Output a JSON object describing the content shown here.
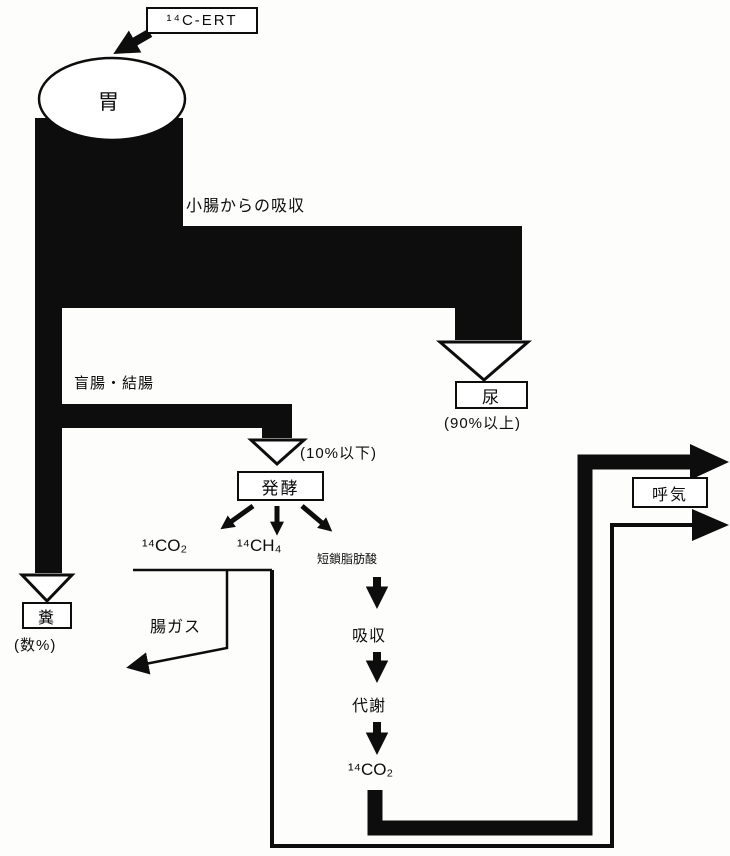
{
  "colors": {
    "ink": "#0d0d0d",
    "paper": "#fdfdfc"
  },
  "nodes": {
    "cert": "¹⁴C-ERT",
    "stomach": "胃",
    "small_intestine_absorption": "小腸からの吸収",
    "urine": "尿",
    "urine_percent": "(90%以上)",
    "cecum_colon": "盲腸・結腸",
    "ten_percent_or_less": "(10%以下)",
    "fermentation": "発酵",
    "co2_fermentation": "¹⁴CO₂",
    "ch4": "¹⁴CH₄",
    "short_chain_fatty_acids": "短鎖脂肪酸",
    "intestinal_gas": "腸ガス",
    "feces": "糞",
    "feces_percent": "(数%)",
    "absorption": "吸収",
    "metabolism": "代謝",
    "co2_metabolism": "¹⁴CO₂",
    "breath": "呼気"
  }
}
